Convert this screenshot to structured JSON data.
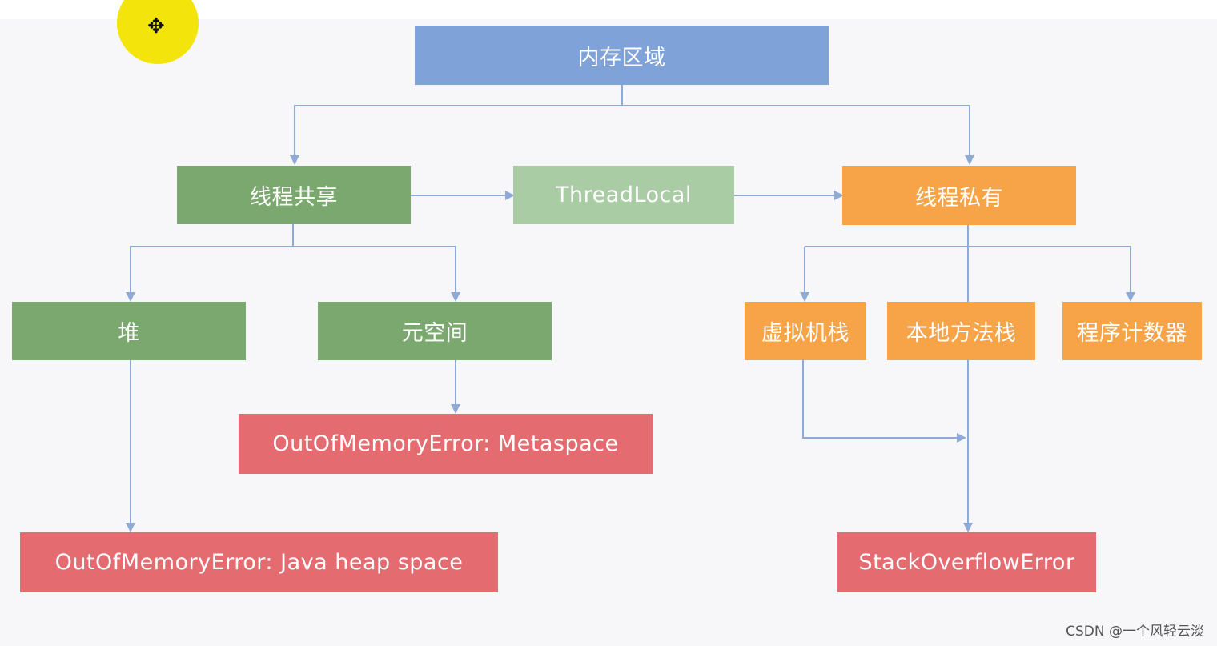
{
  "nodes": {
    "root": "内存区域",
    "shared": "线程共享",
    "threadlocal": "ThreadLocal",
    "private": "线程私有",
    "heap": "堆",
    "metaspace": "元空间",
    "vm_stack": "虚拟机栈",
    "native_stack": "本地方法栈",
    "pc_register": "程序计数器",
    "oom_metaspace": "OutOfMemoryError: Metaspace",
    "oom_heap": "OutOfMemoryError: Java heap space",
    "stack_overflow": "StackOverflowError"
  },
  "colors": {
    "blue": "#7fa3d8",
    "green": "#7aa86e",
    "light_green": "#a9cca4",
    "orange": "#f7a347",
    "red": "#e46c71",
    "connector": "#8faad6"
  },
  "icons": {
    "cursor": "move-cursor-icon"
  },
  "watermark": "CSDN @一个风轻云淡"
}
